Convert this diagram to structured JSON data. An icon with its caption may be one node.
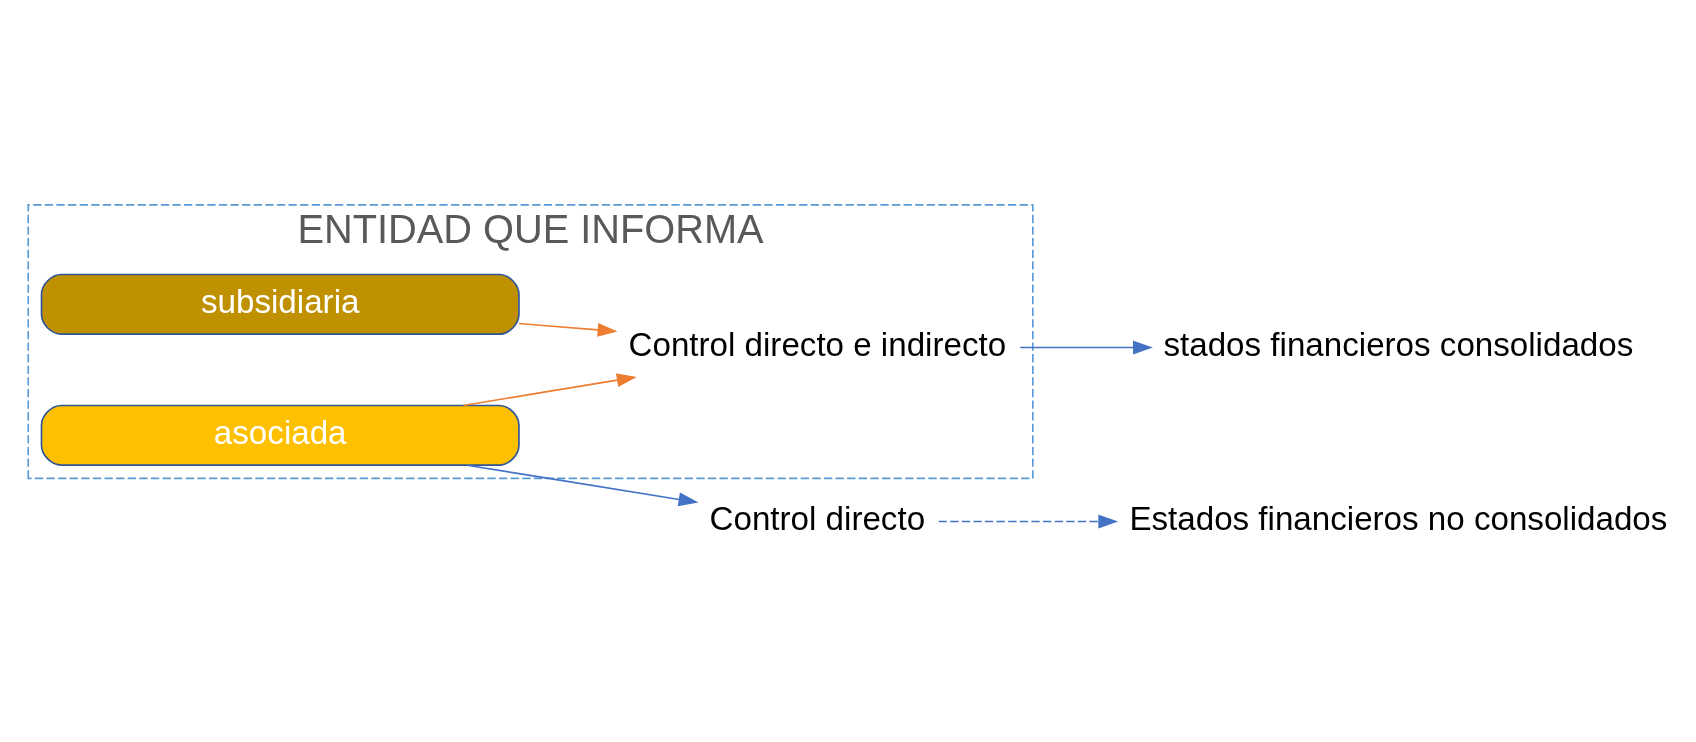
{
  "diagram": {
    "nodes": [
      {
        "text": [
          "ENTIDAD QUE INFORMA"
        ]
      },
      {
        "text": [
          "asociada"
        ],
        "in": 0
      },
      {
        "text": [
          "subsidiaria"
        ],
        "in": 0
      },
      {
        "text": [
          "Control directo e indirecto"
        ],
        "in": 0
      },
      {
        "text": [
          "Control directo"
        ]
      },
      {
        "text": [
          "stados financieros consolidados"
        ]
      },
      {
        "text": [
          "Estados financieros no consolidados"
        ]
      }
    ],
    "edges": [
      {
        "from": 1,
        "to": 3,
        "arrow": "to",
        "color": "#ed7d31"
      },
      {
        "from": 2,
        "to": 3,
        "arrow": "to",
        "color": "#ed7d31"
      },
      {
        "from": 1,
        "to": 4,
        "arrow": "to"
      },
      {
        "from": 3,
        "to": 5,
        "arrow": "to"
      },
      {
        "from": 4,
        "to": 6,
        "arrow": "to",
        "style": "dashed"
      }
    ]
  }
}
